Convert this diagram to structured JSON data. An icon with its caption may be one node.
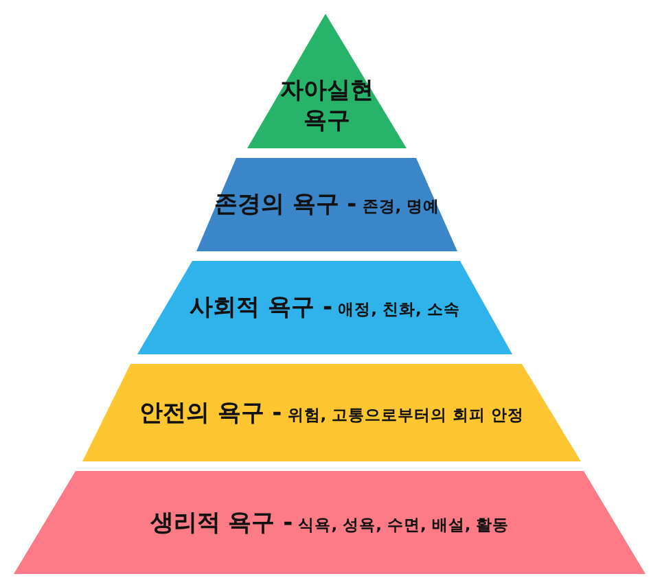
{
  "diagram": {
    "nodes": [
      {
        "text": [
          "자아실현 욕구"
        ]
      },
      {
        "text": [
          "**존경의 욕구 -** 존경, 명예"
        ]
      },
      {
        "text": [
          "**사회적 욕구 -** 애정, 친화, 소속"
        ]
      },
      {
        "text": [
          "**안전의 욕구 -** 위험, 고통으로부터의 회피 안정"
        ]
      },
      {
        "text": [
          "**생리적 욕구 -** 식욕, 성욕, 수면, 배설, 활동"
        ]
      }
    ]
  }
}
